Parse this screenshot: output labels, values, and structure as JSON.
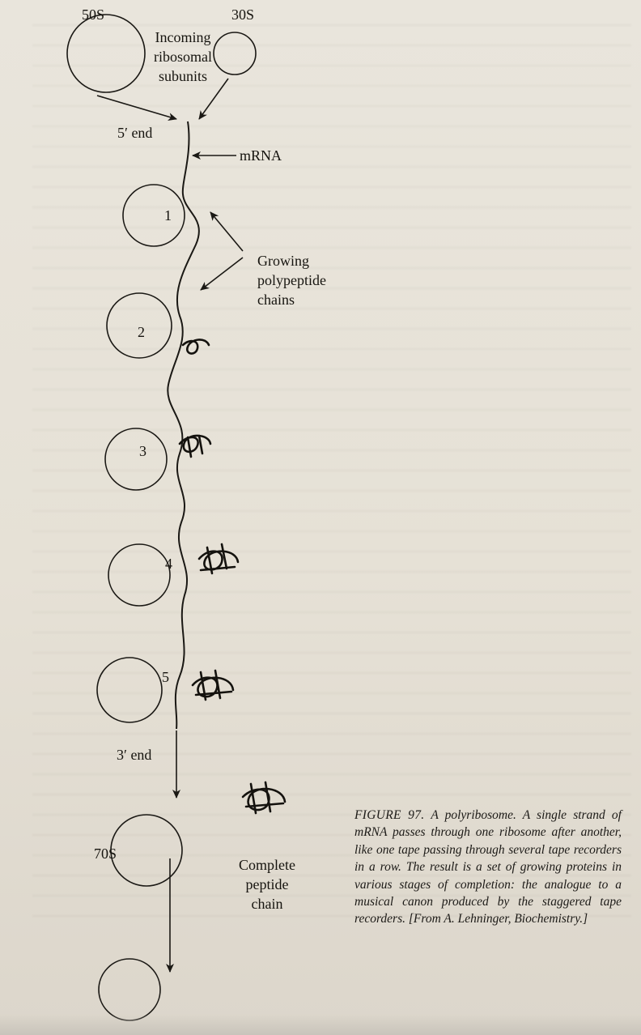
{
  "diagram": {
    "labels": {
      "subunit_50s": "50S",
      "subunit_30s": "30S",
      "incoming": [
        "Incoming",
        "ribosomal",
        "subunits"
      ],
      "five_prime": "5′ end",
      "mrna": "mRNA",
      "growing": [
        "Growing",
        "polypeptide",
        "chains"
      ],
      "three_prime": "3′ end",
      "complete": [
        "Complete",
        "peptide",
        "chain"
      ],
      "ribosome_70s": "70S",
      "stage_1": "1",
      "stage_2": "2",
      "stage_3": "3",
      "stage_4": "4",
      "stage_5": "5"
    }
  },
  "caption": {
    "figure": "FIGURE 97.",
    "text": "A polyribosome. A single strand of mRNA passes through one ribosome after another, like one tape passing through several tape recorders in a row. The result is a set of growing proteins in various stages of completion: the analogue to a musical canon produced by the staggered tape recorders.",
    "source": "[From A. Lehninger, Biochemistry.]"
  }
}
